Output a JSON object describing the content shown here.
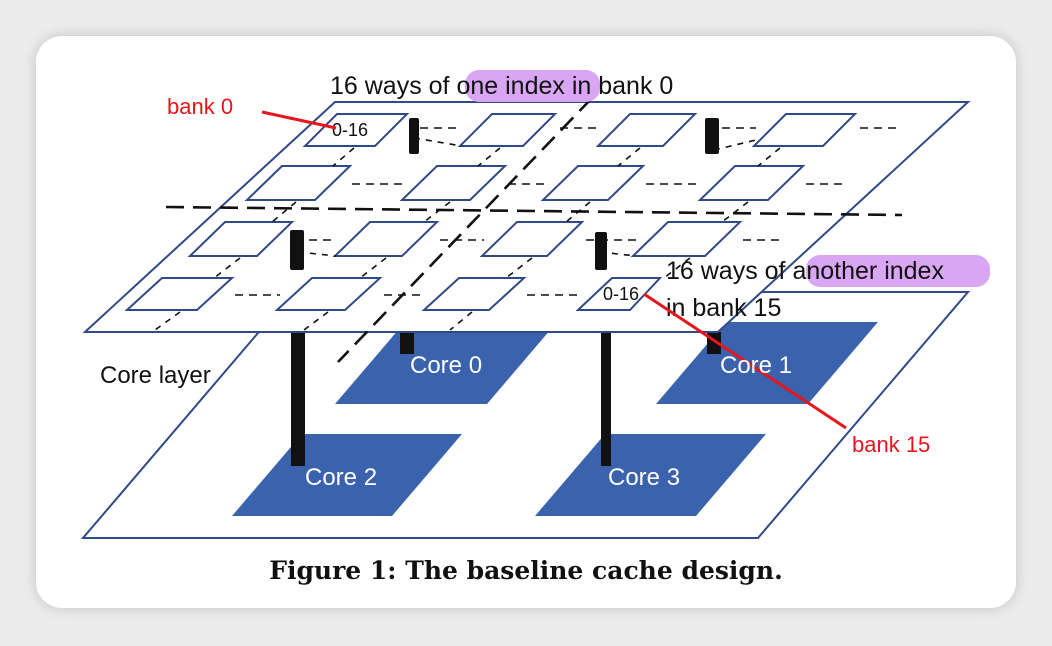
{
  "diagram": {
    "top_label": {
      "prefix": "16 ways of ",
      "highlight": "one index",
      "suffix": " in bank 0"
    },
    "right_label": {
      "prefix": "16 ways of ",
      "highlight": "another index",
      "line2": "in bank 15"
    },
    "bank0_label": "bank 0",
    "bank15_label": "bank 15",
    "core_layer_label": "Core layer",
    "way_range_top": "0-16",
    "way_range_bottom": "0-16",
    "cores": [
      "Core 0",
      "Core 1",
      "Core 2",
      "Core 3"
    ],
    "colors": {
      "outline": "#2f4a86",
      "core_fill": "#3a62ad",
      "highlight": "#d9a6f3",
      "annotation_red": "#e8151b"
    }
  },
  "caption": "Figure 1: The baseline cache design."
}
